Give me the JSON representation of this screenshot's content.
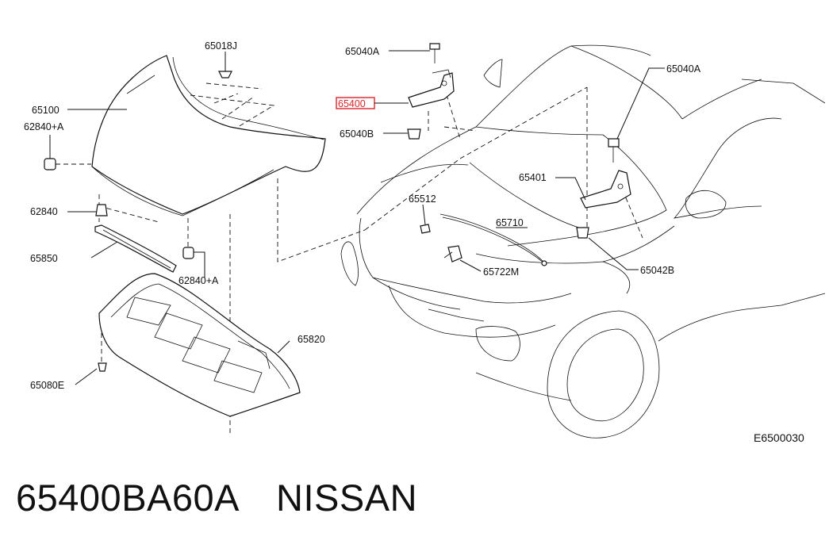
{
  "diagram": {
    "code": "E6500030",
    "callouts": {
      "c65018J": "65018J",
      "c65100": "65100",
      "c62840A_1": "62840+A",
      "c62840": "62840",
      "c65850": "65850",
      "c62840A_2": "62840+A",
      "c65820": "65820",
      "c65080E": "65080E",
      "c65040A_1": "65040A",
      "c65400": "65400",
      "c65040B": "65040B",
      "c65512": "65512",
      "c65710": "65710",
      "c65722M": "65722M",
      "c65401": "65401",
      "c65040A_2": "65040A",
      "c65042B": "65042B"
    },
    "highlight_color": "#d9262c"
  },
  "footer": {
    "part_number": "65400BA60A",
    "brand": "NISSAN"
  }
}
